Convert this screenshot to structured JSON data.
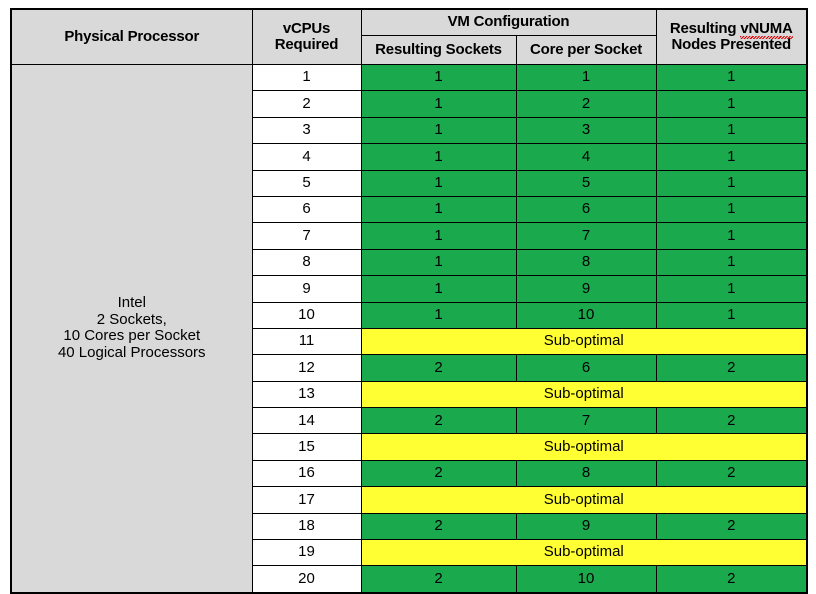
{
  "table": {
    "headers": {
      "physical_processor": "Physical Processor",
      "vcpus_required_line1": "vCPUs",
      "vcpus_required_line2": "Required",
      "vm_configuration": "VM Configuration",
      "resulting_sockets": "Resulting Sockets",
      "core_per_socket": "Core per Socket",
      "resulting_vnuma_line1_pre": "Resulting ",
      "resulting_vnuma_line1_misspelled": "vNUMA",
      "resulting_vnuma_line2": "Nodes Presented"
    },
    "processor": {
      "line1": "Intel",
      "line2": "2 Sockets,",
      "line3": "10 Cores per Socket",
      "line4": "40 Logical Processors"
    },
    "suboptimal_label": "Sub-optimal",
    "colors": {
      "optimal_green": "#1aa94d",
      "suboptimal_yellow": "#ffff33",
      "header_gray": "#d9d9d9",
      "border_black": "#000000",
      "spellcheck_red": "#e00000"
    },
    "rows": [
      {
        "vcpus": "1",
        "status": "optimal",
        "sockets": "1",
        "cores": "1",
        "vnuma": "1"
      },
      {
        "vcpus": "2",
        "status": "optimal",
        "sockets": "1",
        "cores": "2",
        "vnuma": "1"
      },
      {
        "vcpus": "3",
        "status": "optimal",
        "sockets": "1",
        "cores": "3",
        "vnuma": "1"
      },
      {
        "vcpus": "4",
        "status": "optimal",
        "sockets": "1",
        "cores": "4",
        "vnuma": "1"
      },
      {
        "vcpus": "5",
        "status": "optimal",
        "sockets": "1",
        "cores": "5",
        "vnuma": "1"
      },
      {
        "vcpus": "6",
        "status": "optimal",
        "sockets": "1",
        "cores": "6",
        "vnuma": "1"
      },
      {
        "vcpus": "7",
        "status": "optimal",
        "sockets": "1",
        "cores": "7",
        "vnuma": "1"
      },
      {
        "vcpus": "8",
        "status": "optimal",
        "sockets": "1",
        "cores": "8",
        "vnuma": "1"
      },
      {
        "vcpus": "9",
        "status": "optimal",
        "sockets": "1",
        "cores": "9",
        "vnuma": "1"
      },
      {
        "vcpus": "10",
        "status": "optimal",
        "sockets": "1",
        "cores": "10",
        "vnuma": "1"
      },
      {
        "vcpus": "11",
        "status": "suboptimal",
        "sockets": "",
        "cores": "",
        "vnuma": ""
      },
      {
        "vcpus": "12",
        "status": "optimal",
        "sockets": "2",
        "cores": "6",
        "vnuma": "2"
      },
      {
        "vcpus": "13",
        "status": "suboptimal",
        "sockets": "",
        "cores": "",
        "vnuma": ""
      },
      {
        "vcpus": "14",
        "status": "optimal",
        "sockets": "2",
        "cores": "7",
        "vnuma": "2"
      },
      {
        "vcpus": "15",
        "status": "suboptimal",
        "sockets": "",
        "cores": "",
        "vnuma": ""
      },
      {
        "vcpus": "16",
        "status": "optimal",
        "sockets": "2",
        "cores": "8",
        "vnuma": "2"
      },
      {
        "vcpus": "17",
        "status": "suboptimal",
        "sockets": "",
        "cores": "",
        "vnuma": ""
      },
      {
        "vcpus": "18",
        "status": "optimal",
        "sockets": "2",
        "cores": "9",
        "vnuma": "2"
      },
      {
        "vcpus": "19",
        "status": "suboptimal",
        "sockets": "",
        "cores": "",
        "vnuma": ""
      },
      {
        "vcpus": "20",
        "status": "optimal",
        "sockets": "2",
        "cores": "10",
        "vnuma": "2"
      }
    ]
  }
}
